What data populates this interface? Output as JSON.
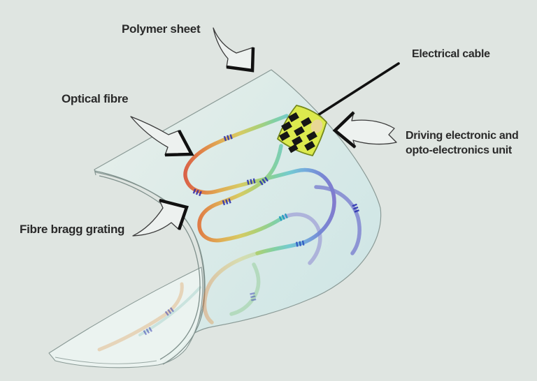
{
  "figure": {
    "type": "scientific-diagram",
    "subject": "Flexible polymer sheet with embedded optical fibre Bragg grating sensors and opto-electronics unit"
  },
  "labels": {
    "polymer_sheet": "Polymer sheet",
    "optical_fibre": "Optical fibre",
    "electrical_cable": "Electrical cable",
    "driving_unit_line1": "Driving electronic and",
    "driving_unit_line2": "opto-electronics unit",
    "fibre_bragg_grating": "Fibre bragg grating"
  },
  "colors": {
    "background": "#dfe5e1",
    "sheet_light": "#e6efeb",
    "sheet_teal": "#d2e7e6",
    "sheet_outline": "#8a9a96",
    "chip_fill": "#dcea4e",
    "chip_border": "#74881c",
    "chip_pads": "#161616",
    "grating_mark": "#2e35b0",
    "cable": "#111111",
    "fibre_warm": "#d85540",
    "fibre_orange": "#e07a3e",
    "fibre_yellow": "#d6c95c",
    "fibre_green": "#8ccf8e",
    "fibre_cyan": "#6fc9cf",
    "fibre_blue": "#6fa0d8",
    "fibre_purple": "#7e74cc",
    "label_text": "#2a2a2a",
    "arrow_fill": "#edf1ef",
    "arrow_outline": "#3a3a3a"
  }
}
